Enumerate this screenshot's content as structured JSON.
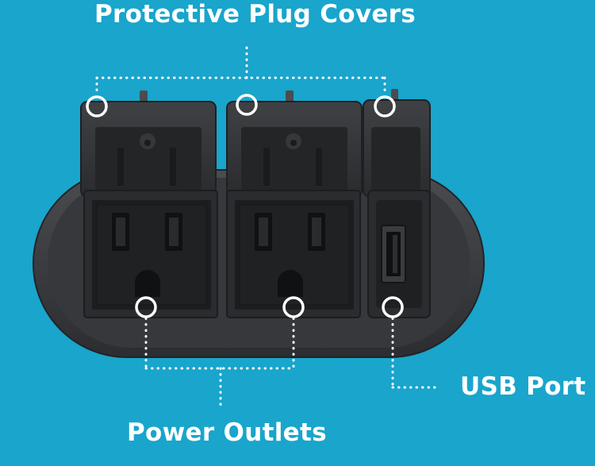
{
  "labels": {
    "protective_plug_covers": "Protective Plug Covers",
    "usb_port": "USB Port",
    "power_outlets": "Power Outlets"
  },
  "colors": {
    "background": "#19a5cc",
    "device_body": "#3b3d40",
    "outlet_face": "#1c1d1f",
    "callout": "#ffffff"
  }
}
